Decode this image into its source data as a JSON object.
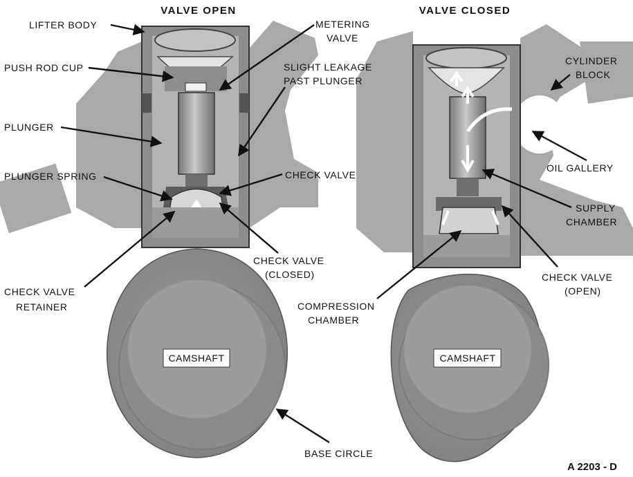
{
  "titles": {
    "left": "VALVE OPEN",
    "right": "VALVE CLOSED"
  },
  "labels": {
    "lifter_body": "LIFTER BODY",
    "push_rod_cup": "PUSH ROD CUP",
    "plunger": "PLUNGER",
    "plunger_spring": "PLUNGER SPRING",
    "check_valve_retainer": [
      "CHECK VALVE",
      "RETAINER"
    ],
    "metering_valve": [
      "METERING",
      "VALVE"
    ],
    "slight_leakage": [
      "SLIGHT LEAKAGE",
      "PAST PLUNGER"
    ],
    "check_valve": "CHECK VALVE",
    "check_valve_closed": [
      "CHECK VALVE",
      "(CLOSED)"
    ],
    "cylinder_block": [
      "CYLINDER",
      "BLOCK"
    ],
    "oil_gallery": "OIL GALLERY",
    "supply_chamber": [
      "SUPPLY",
      "CHAMBER"
    ],
    "check_valve_open": [
      "CHECK VALVE",
      "(OPEN)"
    ],
    "compression_chamber": [
      "COMPRESSION",
      "CHAMBER"
    ],
    "base_circle": "BASE CIRCLE",
    "camshaft_left": "CAMSHAFT",
    "camshaft_right": "CAMSHAFT"
  },
  "figure_code": "A 2203 - D"
}
